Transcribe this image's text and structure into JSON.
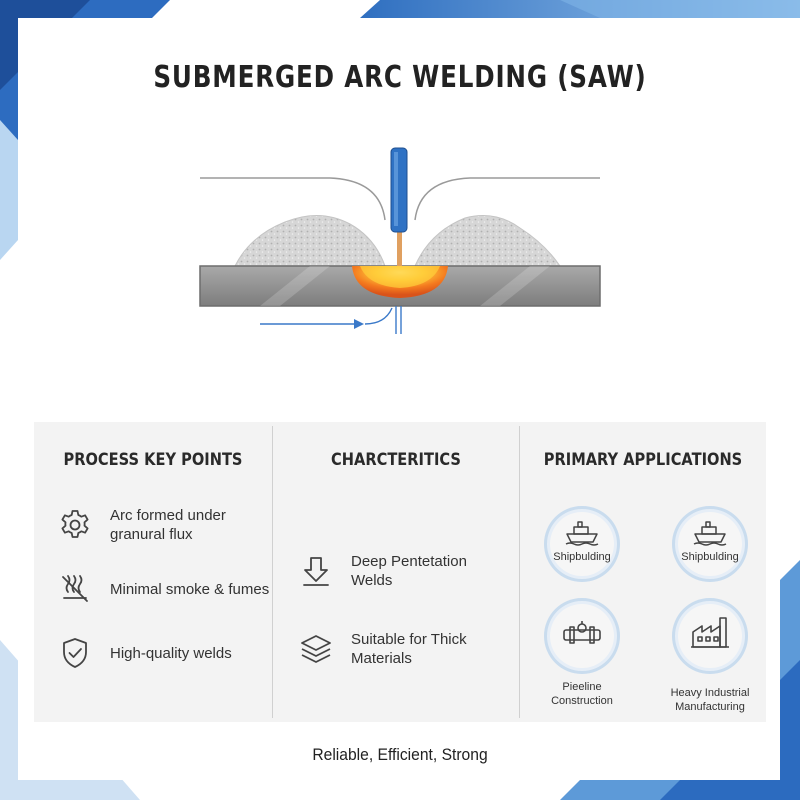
{
  "title": "SUBMERGED ARC WELDING (SAW)",
  "colors": {
    "accent_blue": "#3a79c9",
    "weld_orange": "#f26a1b",
    "weld_yellow": "#ffcf3a",
    "plate_gray": "#8b8b8b"
  },
  "panels": {
    "process_key_points": {
      "title": "PROCESS KEY POINTS",
      "items": [
        {
          "icon": "gear-icon",
          "line1": "Arc formed under",
          "line2": "granural flux"
        },
        {
          "icon": "no-smoke-icon",
          "line1": "Minimal smoke & fumes",
          "line2": ""
        },
        {
          "icon": "shield-check-icon",
          "line1": "High-quality welds",
          "line2": ""
        }
      ]
    },
    "characteristics": {
      "title": "CHARCTERITICS",
      "items": [
        {
          "icon": "arrow-down-icon",
          "line1": "Deep Pentetation",
          "line2": "Welds"
        },
        {
          "icon": "layers-icon",
          "line1": "Suitable for Thick",
          "line2": "Materials"
        }
      ]
    },
    "applications": {
      "title": "PRIMARY APPLICATIONS",
      "items": [
        {
          "icon": "ship-icon",
          "line1": "Shipbulding",
          "line2": ""
        },
        {
          "icon": "ship-icon",
          "line1": "Shipbulding",
          "line2": ""
        },
        {
          "icon": "pipeline-icon",
          "line1": "Pieeline",
          "line2": "Construction"
        },
        {
          "icon": "factory-icon",
          "line1": "Heavy Industrial",
          "line2": "Manufacturing"
        }
      ]
    }
  },
  "tagline": "Reliable, Efficient, Strong"
}
